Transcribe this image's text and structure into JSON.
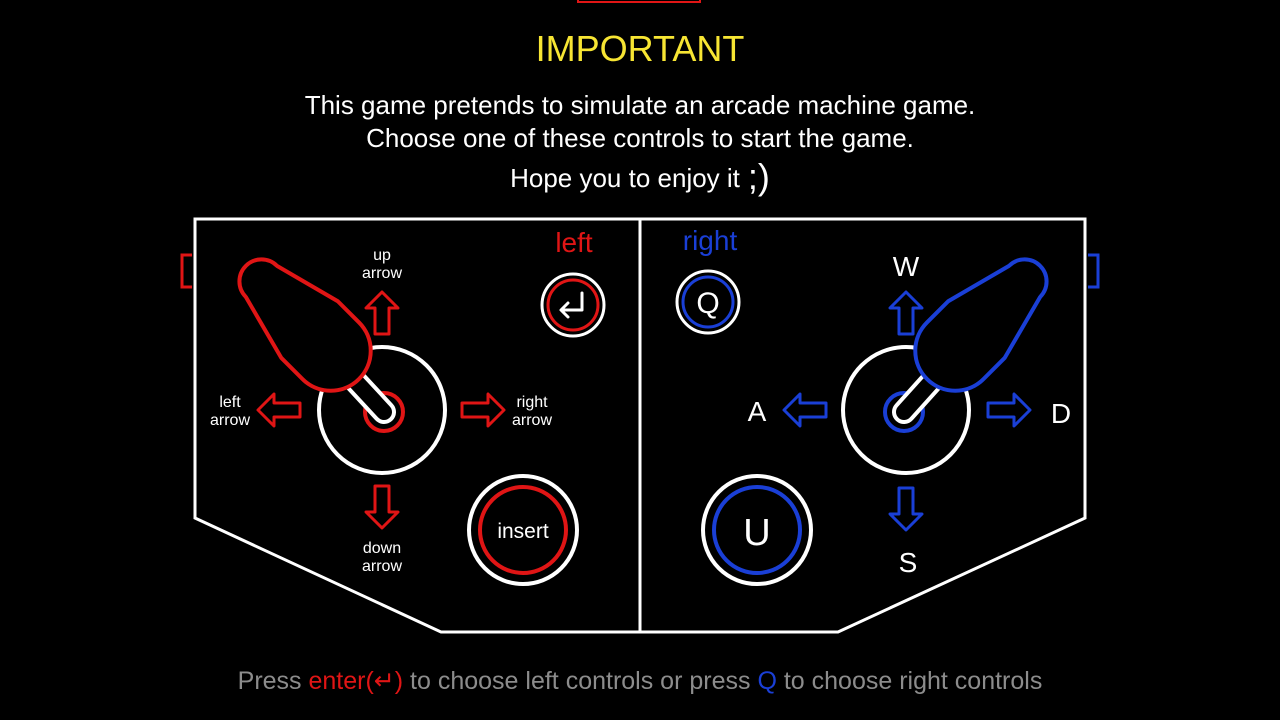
{
  "colors": {
    "background": "#000000",
    "title": "#f7e533",
    "left_accent": "#e01515",
    "right_accent": "#1a3fd6",
    "outline": "#ffffff",
    "footer_text": "#8c8c8c"
  },
  "title": "IMPORTANT",
  "intro": {
    "line1": "This game pretends to simulate an arcade machine game.",
    "line2": "Choose one of these controls to start the game.",
    "line3": "Hope you to enjoy it",
    "smiley": ";)"
  },
  "left_panel": {
    "label": "left",
    "up_label": [
      "up",
      "arrow"
    ],
    "down_label": [
      "down",
      "arrow"
    ],
    "left_label": [
      "left",
      "arrow"
    ],
    "right_label": [
      "right",
      "arrow"
    ],
    "select_icon": "enter-icon",
    "action_button": "insert"
  },
  "right_panel": {
    "label": "right",
    "select_button": "Q",
    "up_key": "W",
    "down_key": "S",
    "left_key": "A",
    "right_key": "D",
    "action_button": "U"
  },
  "footer": {
    "press1": "Press",
    "enter": "enter",
    "enter_symbol": "(↵)",
    "mid": "to choose left controls or press",
    "q": "Q",
    "end": "to choose right controls"
  }
}
